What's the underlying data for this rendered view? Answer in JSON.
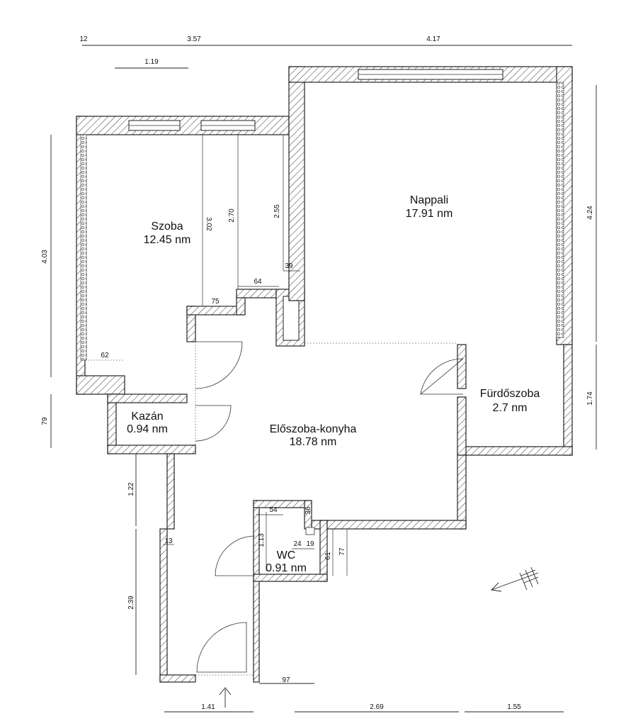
{
  "rooms": [
    {
      "name": "Szoba",
      "area": "12.45 nm"
    },
    {
      "name": "Nappali",
      "area": "17.91 nm"
    },
    {
      "name": "Kazán",
      "area": "0.94 nm"
    },
    {
      "name": "Előszoba-konyha",
      "area": "18.78 nm"
    },
    {
      "name": "Fürdőszoba",
      "area": "2.7 nm"
    },
    {
      "name": "WC",
      "area": "0.91 nm"
    }
  ],
  "dimensions": {
    "top_12": "12",
    "top_357": "3.57",
    "top_417": "4.17",
    "top_119": "1.19",
    "left_403": "4.03",
    "left_79": "79",
    "left_122": "1.22",
    "left_239": "2.39",
    "right_424": "4.24",
    "right_174": "1.74",
    "szoba_302": "3.02",
    "szoba_270": "2.70",
    "szoba_255": "2.55",
    "szoba_39": "39",
    "szoba_64": "64",
    "szoba_75": "75",
    "szoba_62": "62",
    "wc_54": "54",
    "wc_36": "36",
    "wc_113": "1.13",
    "wc_24": "24",
    "wc_19": "19",
    "wc_61": "61",
    "wc_77": "77",
    "hall_13": "13",
    "bottom_97": "97",
    "bottom_141": "1.41",
    "bottom_269": "2.69",
    "bottom_155": "1.55"
  },
  "symbols": {
    "north": "north-arrow-icon",
    "entrance": "entrance-arrow-icon"
  }
}
